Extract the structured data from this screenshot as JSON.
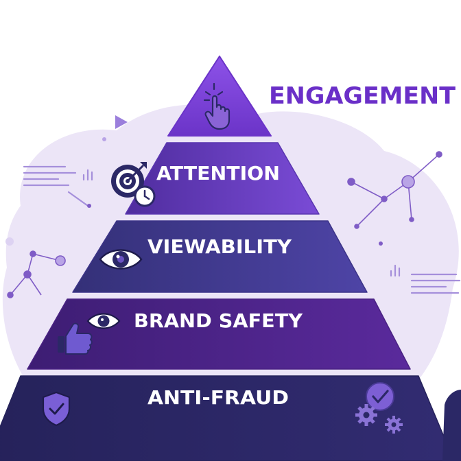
{
  "diagram": {
    "top_label": "ENGAGEMENT",
    "tiers": [
      {
        "label": "ATTENTION",
        "icon": "target-clock-icon"
      },
      {
        "label": "VIEWABILITY",
        "icon": "eye-icon"
      },
      {
        "label": "BRAND SAFETY",
        "icon": "eye-thumbs-up-icon"
      },
      {
        "label": "ANTI-FRAUD",
        "icon": "shield-check-icon"
      }
    ],
    "apex_icon": "pointer-click-icon",
    "corner_icon": "gear-check-icon",
    "colors": {
      "engagement_text": "#6a2fc8",
      "apex": "#7a3fd6",
      "attention": "#6a3ec4",
      "viewability": "#3f3a90",
      "brand_safety": "#4f2489",
      "anti_fraud": "#2b2866",
      "background_blob": "#ebe4f6",
      "accent": "#8b6fd0"
    }
  }
}
